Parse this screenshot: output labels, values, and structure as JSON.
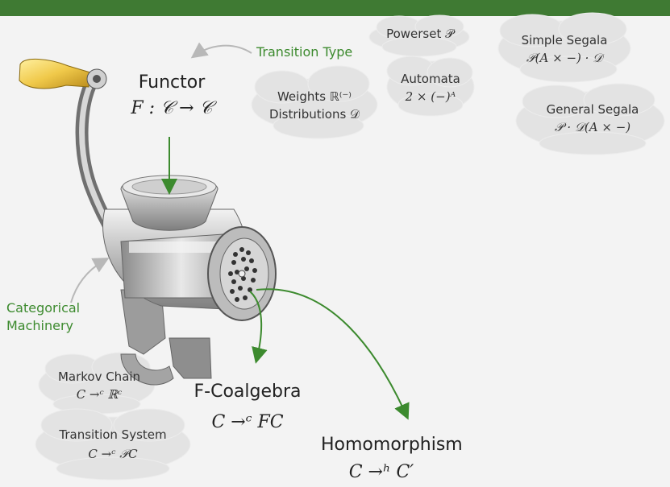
{
  "header_color": "#3f7a33",
  "accent_color": "#3c8a2e",
  "annotations": {
    "transition_type": "Transition Type",
    "categorical_machinery_line1": "Categorical",
    "categorical_machinery_line2": "Machinery"
  },
  "functor": {
    "title": "Functor",
    "formula": "F : 𝒞 → 𝒞"
  },
  "coalgebra": {
    "title": "F-Coalgebra",
    "formula": "C →ᶜ FC"
  },
  "homomorphism": {
    "title": "Homomorphism",
    "formula": "C →ʰ C′"
  },
  "clouds": {
    "powerset": {
      "line1": "Powerset 𝒫"
    },
    "weights": {
      "line1": "Weights ℝ⁽⁻⁾",
      "line2": "Distributions 𝒟"
    },
    "automata": {
      "line1": "Automata",
      "line2": "2 × (−)ᴬ"
    },
    "simple_segala": {
      "line1": "Simple Segala",
      "line2": "𝒫(A × −) · 𝒟"
    },
    "general_segala": {
      "line1": "General Segala",
      "line2": "𝒫 · 𝒟(A × −)"
    },
    "markov_chain": {
      "line1": "Markov Chain",
      "line2": "C →ᶜ ℝᶜ"
    },
    "transition_system": {
      "line1": "Transition System",
      "line2": "C →ᶜ 𝒫C"
    }
  }
}
